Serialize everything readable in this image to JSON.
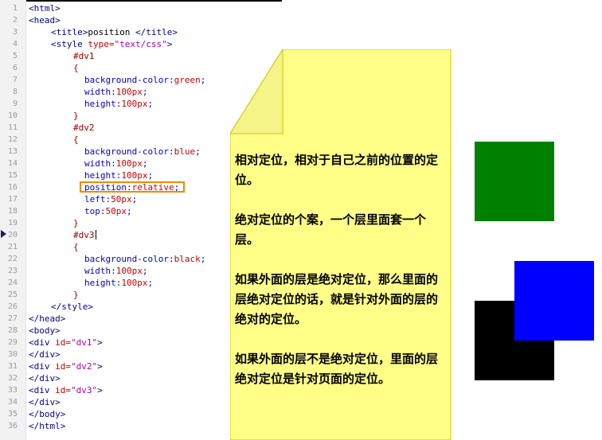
{
  "editor": {
    "lines": [
      {
        "n": "1",
        "indent": 0,
        "parts": [
          [
            "tag",
            "<html>"
          ]
        ]
      },
      {
        "n": "2",
        "indent": 0,
        "parts": [
          [
            "tag",
            "<head>"
          ]
        ]
      },
      {
        "n": "3",
        "indent": 4,
        "parts": [
          [
            "tag",
            "<title>"
          ],
          [
            "txt",
            "position "
          ],
          [
            "tag",
            "</title>"
          ]
        ]
      },
      {
        "n": "4",
        "indent": 4,
        "parts": [
          [
            "tag",
            "<style "
          ],
          [
            "attr",
            "type="
          ],
          [
            "str",
            "\"text/css\""
          ],
          [
            "tag",
            ">"
          ]
        ]
      },
      {
        "n": "5",
        "indent": 8,
        "parts": [
          [
            "sel",
            "#dv1"
          ]
        ]
      },
      {
        "n": "6",
        "indent": 8,
        "parts": [
          [
            "sel",
            "{"
          ]
        ]
      },
      {
        "n": "7",
        "indent": 10,
        "parts": [
          [
            "prop",
            "background-color:"
          ],
          [
            "val",
            "green"
          ],
          [
            "prop",
            ";"
          ]
        ]
      },
      {
        "n": "8",
        "indent": 10,
        "parts": [
          [
            "prop",
            "width:"
          ],
          [
            "val",
            "100px"
          ],
          [
            "prop",
            ";"
          ]
        ]
      },
      {
        "n": "9",
        "indent": 10,
        "parts": [
          [
            "prop",
            "height:"
          ],
          [
            "val",
            "100px"
          ],
          [
            "prop",
            ";"
          ]
        ]
      },
      {
        "n": "10",
        "indent": 8,
        "parts": [
          [
            "sel",
            "}"
          ]
        ]
      },
      {
        "n": "11",
        "indent": 8,
        "parts": [
          [
            "sel",
            "#dv2"
          ]
        ]
      },
      {
        "n": "12",
        "indent": 8,
        "parts": [
          [
            "sel",
            "{"
          ]
        ]
      },
      {
        "n": "13",
        "indent": 10,
        "parts": [
          [
            "prop",
            "background-color:"
          ],
          [
            "val",
            "blue"
          ],
          [
            "prop",
            ";"
          ]
        ]
      },
      {
        "n": "14",
        "indent": 10,
        "parts": [
          [
            "prop",
            "width:"
          ],
          [
            "val",
            "100px"
          ],
          [
            "prop",
            ";"
          ]
        ]
      },
      {
        "n": "15",
        "indent": 10,
        "parts": [
          [
            "prop",
            "height:"
          ],
          [
            "val",
            "100px"
          ],
          [
            "prop",
            ";"
          ]
        ]
      },
      {
        "n": "16",
        "indent": 10,
        "parts": [
          [
            "prop",
            "position:"
          ],
          [
            "val",
            "relative"
          ],
          [
            "prop",
            ";"
          ]
        ]
      },
      {
        "n": "17",
        "indent": 10,
        "parts": [
          [
            "prop",
            "left:"
          ],
          [
            "val",
            "50px"
          ],
          [
            "prop",
            ";"
          ]
        ]
      },
      {
        "n": "18",
        "indent": 10,
        "parts": [
          [
            "prop",
            "top:"
          ],
          [
            "val",
            "50px"
          ],
          [
            "prop",
            ";"
          ]
        ]
      },
      {
        "n": "19",
        "indent": 8,
        "parts": [
          [
            "sel",
            "}"
          ]
        ]
      },
      {
        "n": "20",
        "indent": 8,
        "parts": [
          [
            "sel",
            "#dv3"
          ]
        ]
      },
      {
        "n": "21",
        "indent": 8,
        "parts": [
          [
            "sel",
            "{"
          ]
        ]
      },
      {
        "n": "22",
        "indent": 10,
        "parts": [
          [
            "prop",
            "background-color:"
          ],
          [
            "val",
            "black"
          ],
          [
            "prop",
            ";"
          ]
        ]
      },
      {
        "n": "23",
        "indent": 10,
        "parts": [
          [
            "prop",
            "width:"
          ],
          [
            "val",
            "100px"
          ],
          [
            "prop",
            ";"
          ]
        ]
      },
      {
        "n": "24",
        "indent": 10,
        "parts": [
          [
            "prop",
            "height:"
          ],
          [
            "val",
            "100px"
          ],
          [
            "prop",
            ";"
          ]
        ]
      },
      {
        "n": "25",
        "indent": 8,
        "parts": [
          [
            "sel",
            "}"
          ]
        ]
      },
      {
        "n": "26",
        "indent": 4,
        "parts": [
          [
            "tag",
            "</style>"
          ]
        ]
      },
      {
        "n": "27",
        "indent": 0,
        "parts": [
          [
            "tag",
            "</head>"
          ]
        ]
      },
      {
        "n": "28",
        "indent": 0,
        "parts": [
          [
            "tag",
            "<body>"
          ]
        ]
      },
      {
        "n": "29",
        "indent": 0,
        "parts": [
          [
            "tag",
            "<div "
          ],
          [
            "attr",
            "id="
          ],
          [
            "str",
            "\"dv1\""
          ],
          [
            "tag",
            ">"
          ]
        ]
      },
      {
        "n": "30",
        "indent": 0,
        "parts": [
          [
            "tag",
            "</div>"
          ]
        ]
      },
      {
        "n": "31",
        "indent": 0,
        "parts": [
          [
            "tag",
            "<div "
          ],
          [
            "attr",
            "id="
          ],
          [
            "str",
            "\"dv2\""
          ],
          [
            "tag",
            ">"
          ]
        ]
      },
      {
        "n": "32",
        "indent": 0,
        "parts": [
          [
            "tag",
            "</div>"
          ]
        ]
      },
      {
        "n": "33",
        "indent": 0,
        "parts": [
          [
            "tag",
            "<div "
          ],
          [
            "attr",
            "id="
          ],
          [
            "str",
            "\"dv3\""
          ],
          [
            "tag",
            ">"
          ]
        ]
      },
      {
        "n": "34",
        "indent": 0,
        "parts": [
          [
            "tag",
            "</div>"
          ]
        ]
      },
      {
        "n": "35",
        "indent": 0,
        "parts": [
          [
            "tag",
            "</body>"
          ]
        ]
      },
      {
        "n": "36",
        "indent": 0,
        "parts": [
          [
            "tag",
            "</html>"
          ]
        ]
      }
    ],
    "highlight_line": "16",
    "current_line": "20"
  },
  "note": {
    "paragraphs": [
      "相对定位，相对于自己之前的位置的定位。",
      "绝对定位的个案，一个层里面套一个层。",
      "如果外面的层是绝对定位，那么里面的层绝对定位的话，就是针对外面的层的绝对的定位。",
      "如果外面的层不是绝对定位，里面的层绝对定位是针对页面的定位。"
    ],
    "background": "#ffff88",
    "border": "#c8c800"
  },
  "preview": {
    "boxes": [
      {
        "id": "dv1",
        "color": "#008000"
      },
      {
        "id": "dv3",
        "color": "#000000"
      },
      {
        "id": "dv2",
        "color": "#0000ff"
      }
    ]
  }
}
